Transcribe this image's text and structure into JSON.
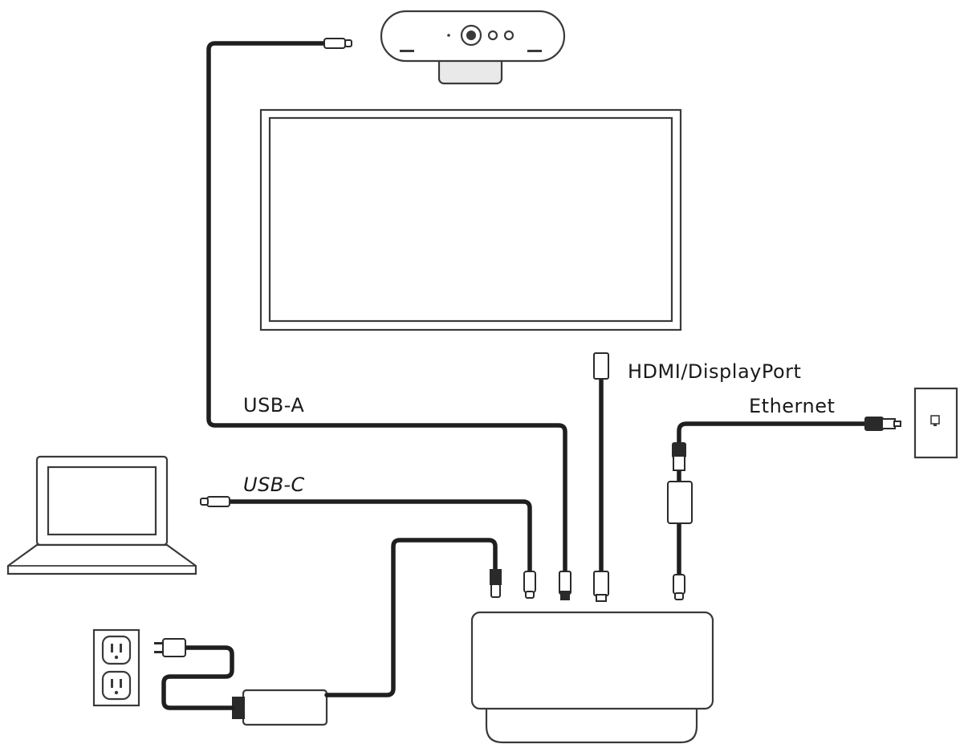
{
  "labels": {
    "usb_a": "USB-A",
    "usb_c": "USB-C",
    "hdmi": "HDMI/DisplayPort",
    "ethernet": "Ethernet"
  },
  "colors": {
    "line": "#1f1f1f",
    "background": "#ffffff"
  }
}
